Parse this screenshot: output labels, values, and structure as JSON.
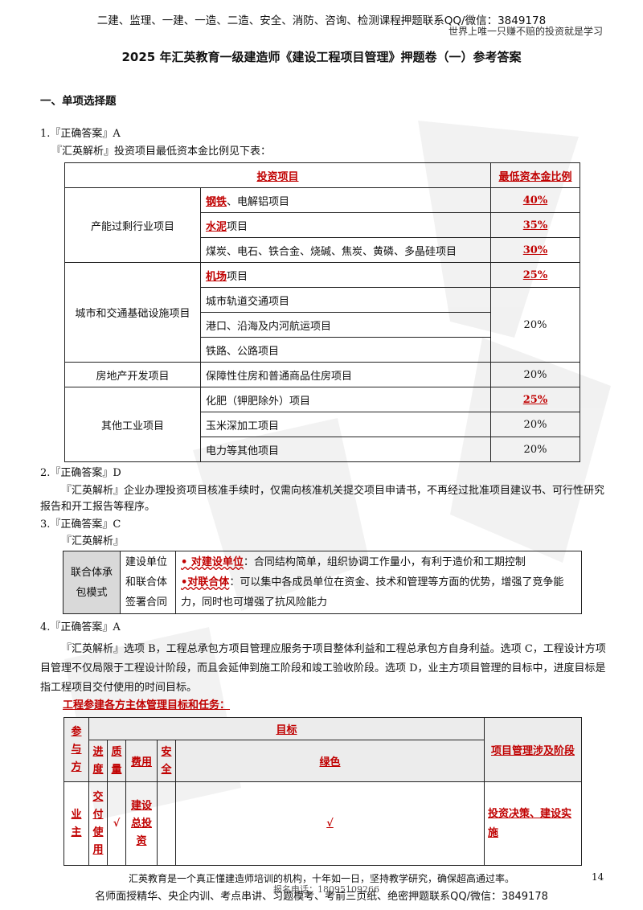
{
  "header": {
    "promo": "二建、监理、一建、一造、二造、安全、消防、咨询、检测课程押题联系QQ/微信：3849178",
    "slogan": "世界上唯一只赚不赔的投资就是学习"
  },
  "title": "2025 年汇英教育一级建造师《建设工程项目管理》押题卷（一）参考答案",
  "section": "一、单项选择题",
  "q1": {
    "answer": "1.『正确答案』A",
    "analysis": "『汇英解析』投资项目最低资本金比例见下表：",
    "table": {
      "header_project": "投资项目",
      "header_ratio": "最低资本金比例",
      "groups": [
        {
          "category": "产能过剩行业项目",
          "rows": [
            {
              "bold": "钢铁",
              "rest": "、电解铝项目",
              "ratio": "40%"
            },
            {
              "bold": "水泥",
              "rest": "项目",
              "ratio": "35%"
            },
            {
              "bold": "",
              "rest": "煤炭、电石、铁合金、烧碱、焦炭、黄磷、多晶硅项目",
              "ratio": "30%"
            }
          ]
        },
        {
          "category": "城市和交通基础设施项目",
          "rows": [
            {
              "bold": "机场",
              "rest": "项目",
              "ratio": "25%"
            },
            {
              "bold": "",
              "rest": "城市轨道交通项目",
              "ratio": "20%"
            },
            {
              "bold": "",
              "rest": "港口、沿海及内河航运项目",
              "ratio": ""
            },
            {
              "bold": "",
              "rest": "铁路、公路项目",
              "ratio": ""
            }
          ]
        },
        {
          "category": "房地产开发项目",
          "rows": [
            {
              "bold": "",
              "rest": "保障性住房和普通商品住房项目",
              "ratio": "20%"
            }
          ]
        },
        {
          "category": "其他工业项目",
          "rows": [
            {
              "bold": "",
              "rest": "化肥（钾肥除外）项目",
              "ratio": "25%"
            },
            {
              "bold": "",
              "rest": "玉米深加工项目",
              "ratio": "20%"
            },
            {
              "bold": "",
              "rest": "电力等其他项目",
              "ratio": "20%"
            }
          ]
        }
      ]
    }
  },
  "q2": {
    "answer": "2.『正确答案』D",
    "analysis": "『汇英解析』企业办理投资项目核准手续时，仅需向核准机关提交项目申请书，不再经过批准项目建议书、可行性研究报告和开工报告等程序。"
  },
  "q3": {
    "answer": "3.『正确答案』C",
    "analysis": "『汇英解析』",
    "table": {
      "label": "联合体承包模式",
      "middle": "建设单位和联合体签署合同",
      "p1_head": "• 对建设单位",
      "p1_text": "：合同结构简单，组织协调工作量小，有利于造价和工期控制",
      "p2_head": "•对联合体",
      "p2_text": "：可以集中各成员单位在资金、技术和管理等方面的优势，增强了竞争能力，同时也可增强了抗风险能力"
    }
  },
  "q4": {
    "answer": "4.『正确答案』A",
    "analysis": "『汇英解析』选项 B，工程总承包方项目管理应服务于项目整体利益和工程总承包方自身利益。选项 C，工程设计方项目管理不仅局限于工程设计阶段，而且会延伸到施工阶段和竣工验收阶段。选项 D，业主方项目管理的目标中，进度目标是指工程项目交付使用的时间目标。",
    "table_title": "工程参建各方主体管理目标和任务：",
    "table": {
      "party": "参与方",
      "goal": "目标",
      "stage": "项目管理涉及阶段",
      "cols": [
        "进度",
        "质量",
        "费用",
        "安全",
        "绿色"
      ],
      "row": {
        "party": "业主",
        "progress": "交付使用",
        "quality": "√",
        "cost": "建设总投资",
        "safety": "",
        "green": "√",
        "stage": "投资决策、建设实施"
      }
    }
  },
  "footer": {
    "line": "汇英教育是一个真正懂建造师培训的机构，十年如一日，坚持教学研究，确保超高通过率。",
    "page": "14",
    "tel": "报名电话：18095109266",
    "promo": "名师面授精华、央企内训、考点串讲、习题模考、考前三页纸、绝密押题联系QQ/微信：3849178"
  },
  "colors": {
    "accent": "#c00000",
    "grey_cell": "#d9d9d9"
  }
}
